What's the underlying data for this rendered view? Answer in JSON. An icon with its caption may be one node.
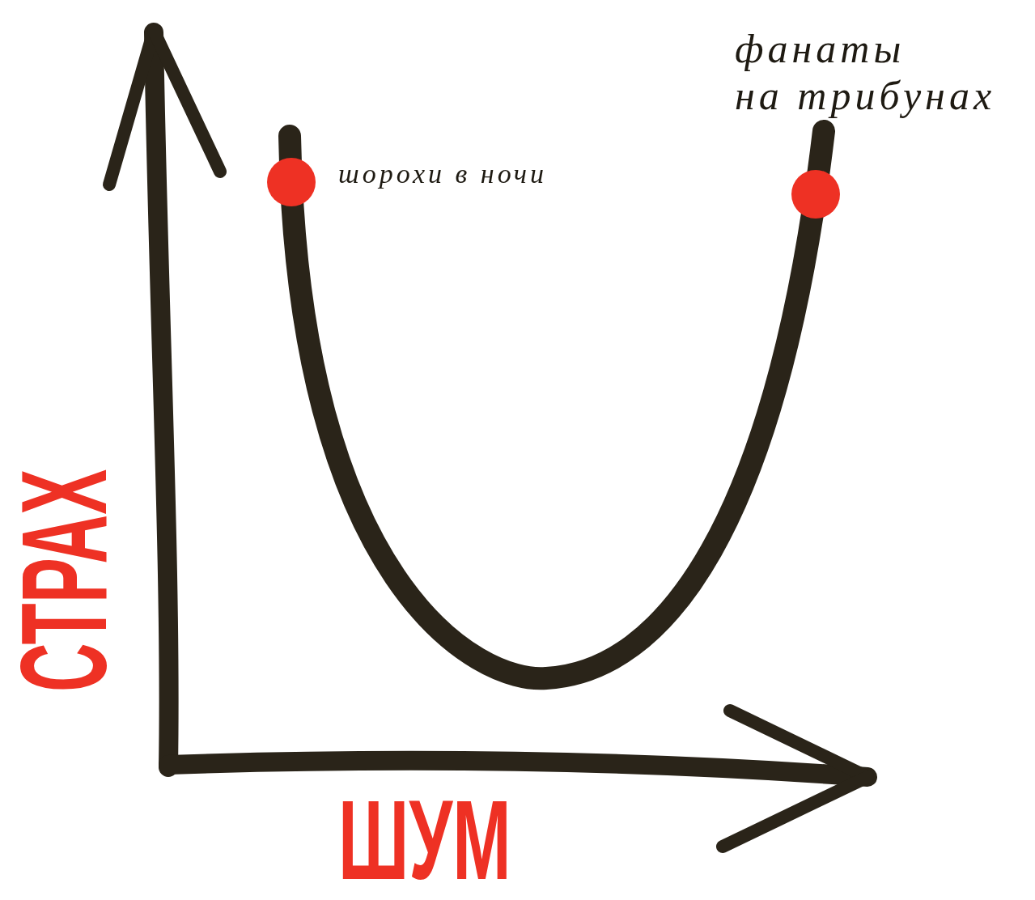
{
  "diagram": {
    "labels": [
      "фанаты на трибунах",
      "шорохи в ночи",
      "СТРАХ",
      "ШУМ"
    ]
  }
}
